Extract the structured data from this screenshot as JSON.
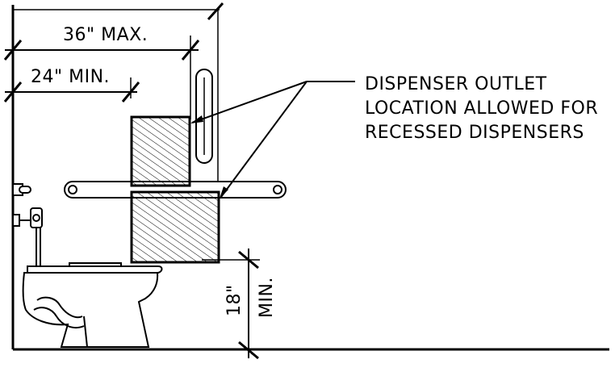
{
  "dimensions": {
    "max_reach": "36\" MAX.",
    "min_reach": "24\" MIN.",
    "seat_height_value": "18\"",
    "seat_height_suffix": "MIN."
  },
  "note": {
    "line1": "DISPENSER OUTLET",
    "line2": "LOCATION ALLOWED FOR",
    "line3": "RECESSED DISPENSERS"
  }
}
